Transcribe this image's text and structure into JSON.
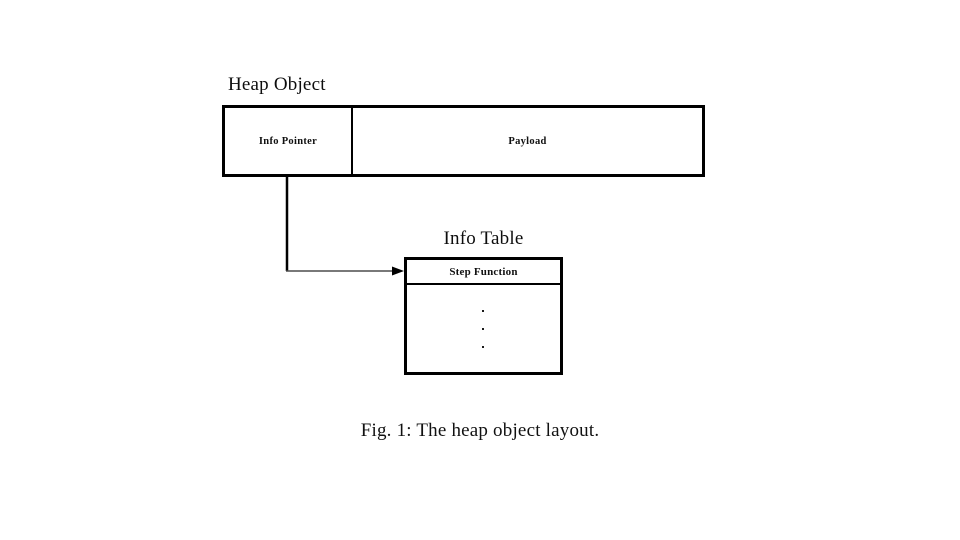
{
  "figure": {
    "caption": "Fig. 1: The heap object layout.",
    "heap_object": {
      "heading": "Heap Object",
      "cells": [
        {
          "label": "Info Pointer"
        },
        {
          "label": "Payload"
        }
      ]
    },
    "info_table": {
      "heading": "Info Table",
      "rows": [
        {
          "label": "Step Function"
        }
      ],
      "continuation": "vertical-ellipsis"
    },
    "connector": {
      "from": "Info Pointer",
      "to": "Step Function",
      "arrowhead": "arrow-right-icon"
    },
    "colors": {
      "stroke": "#000000",
      "background": "#ffffff",
      "connector_line": "#4d4d4d",
      "text": "#111111"
    }
  }
}
